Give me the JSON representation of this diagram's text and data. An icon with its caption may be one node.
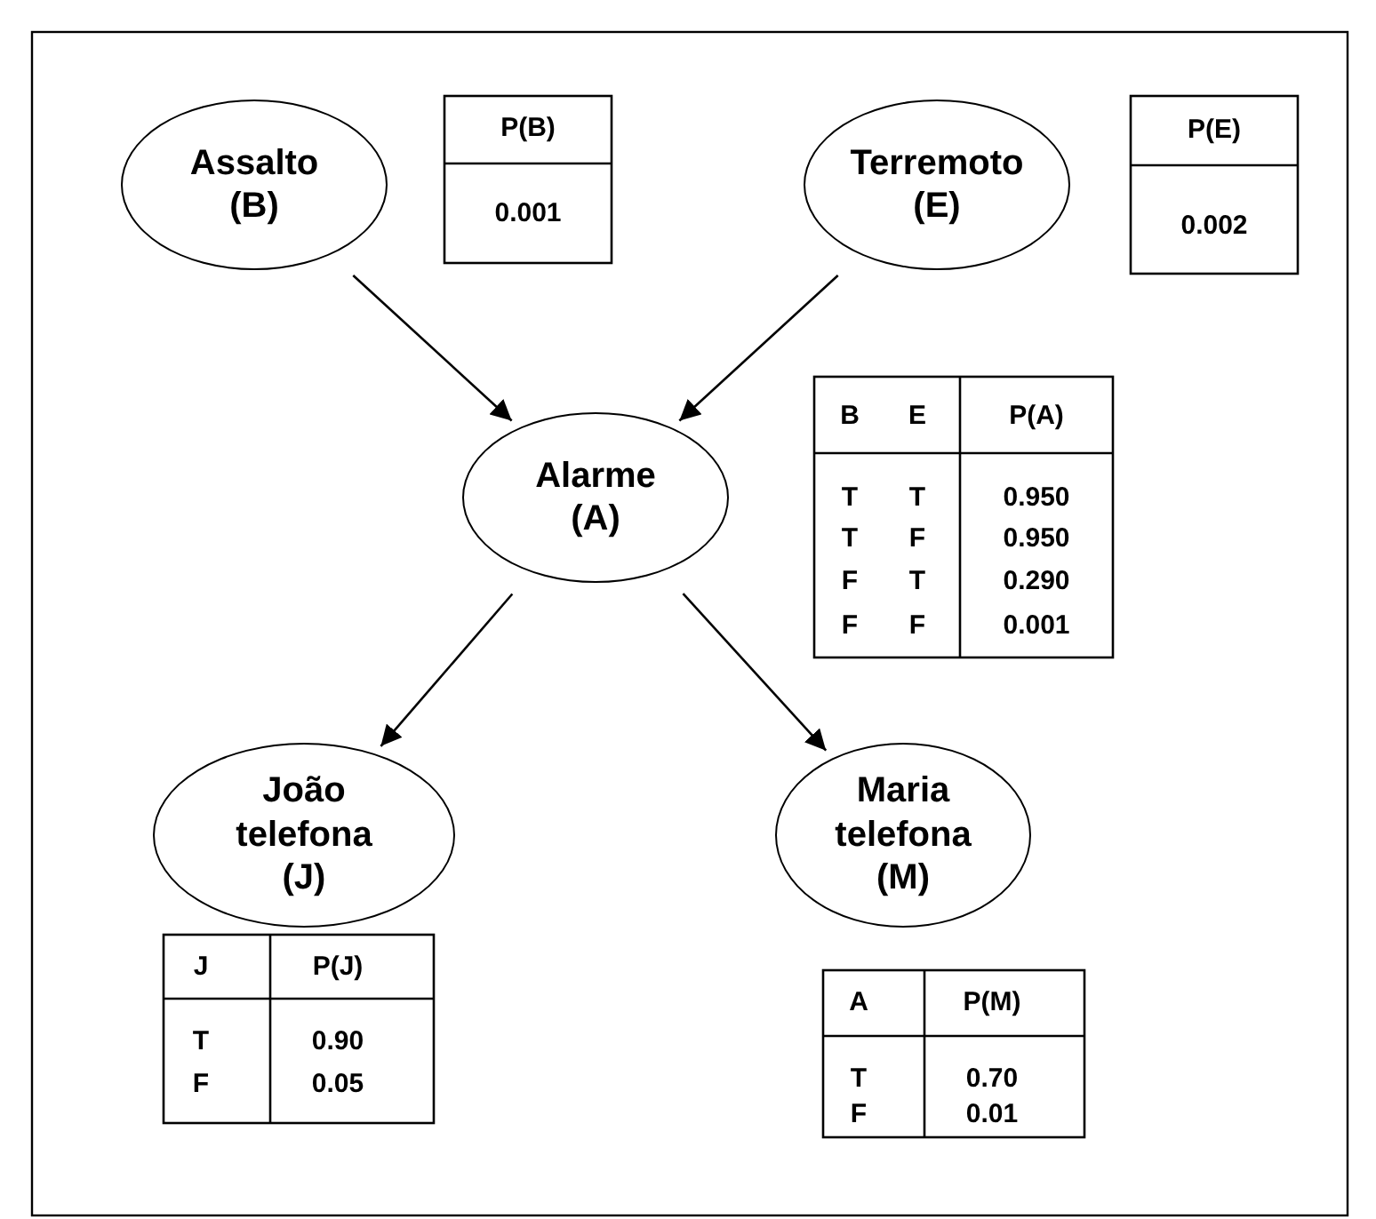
{
  "diagram": {
    "nodes": [
      {
        "text": [
          "Assalto (B)"
        ]
      },
      {
        "text": [
          "Terremoto (E)"
        ]
      },
      {
        "text": [
          "Alarme (A)"
        ]
      },
      {
        "text": [
          "João telefona (J)"
        ]
      },
      {
        "text": [
          "Maria telefona (M)"
        ]
      }
    ],
    "edges": [
      {
        "from": 0,
        "to": 2,
        "arrow": "to"
      },
      {
        "from": 1,
        "to": 2,
        "arrow": "to"
      },
      {
        "from": 2,
        "to": 3,
        "arrow": "to"
      },
      {
        "from": 2,
        "to": 4,
        "arrow": "to"
      }
    ],
    "labels": [
      "P(B)",
      "0.001",
      "P(E)",
      "0.002",
      "B",
      "E",
      "P(A)",
      "T",
      "T",
      "0.950",
      "T",
      "F",
      "0.950",
      "F",
      "T",
      "0.290",
      "F",
      "F",
      "0.001",
      "J",
      "P(J)",
      "T",
      "0.90",
      "F",
      "0.05",
      "A",
      "P(M)",
      "T",
      "0.70",
      "F",
      "0.01"
    ]
  }
}
